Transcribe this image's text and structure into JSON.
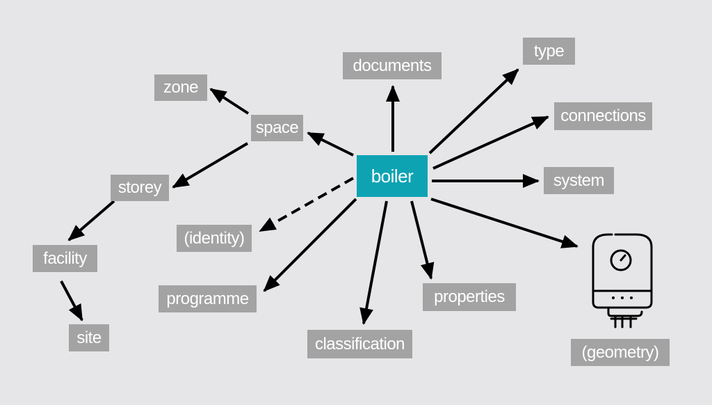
{
  "diagram": {
    "center": {
      "label": "boiler",
      "color": "#0ea3b3"
    },
    "node_color": "#a3a3a3",
    "background": "#e6e6e8",
    "nodes": {
      "documents": "documents",
      "type": "type",
      "connections": "connections",
      "system": "system",
      "zone": "zone",
      "space": "space",
      "storey": "storey",
      "facility": "facility",
      "site": "site",
      "identity": "(identity)",
      "programme": "programme",
      "classification": "classification",
      "properties": "properties",
      "geometry": "(geometry)"
    },
    "edges": [
      {
        "from": "boiler",
        "to": "documents",
        "style": "solid"
      },
      {
        "from": "boiler",
        "to": "type",
        "style": "solid"
      },
      {
        "from": "boiler",
        "to": "connections",
        "style": "solid"
      },
      {
        "from": "boiler",
        "to": "system",
        "style": "solid"
      },
      {
        "from": "boiler",
        "to": "geometry",
        "style": "solid"
      },
      {
        "from": "boiler",
        "to": "properties",
        "style": "solid"
      },
      {
        "from": "boiler",
        "to": "classification",
        "style": "solid"
      },
      {
        "from": "boiler",
        "to": "programme",
        "style": "solid"
      },
      {
        "from": "boiler",
        "to": "identity",
        "style": "dashed"
      },
      {
        "from": "boiler",
        "to": "space",
        "style": "solid"
      },
      {
        "from": "space",
        "to": "zone",
        "style": "solid"
      },
      {
        "from": "space",
        "to": "storey",
        "style": "solid"
      },
      {
        "from": "storey",
        "to": "facility",
        "style": "solid"
      },
      {
        "from": "facility",
        "to": "site",
        "style": "solid"
      }
    ],
    "geometry_icon": "boiler-appliance-icon"
  }
}
